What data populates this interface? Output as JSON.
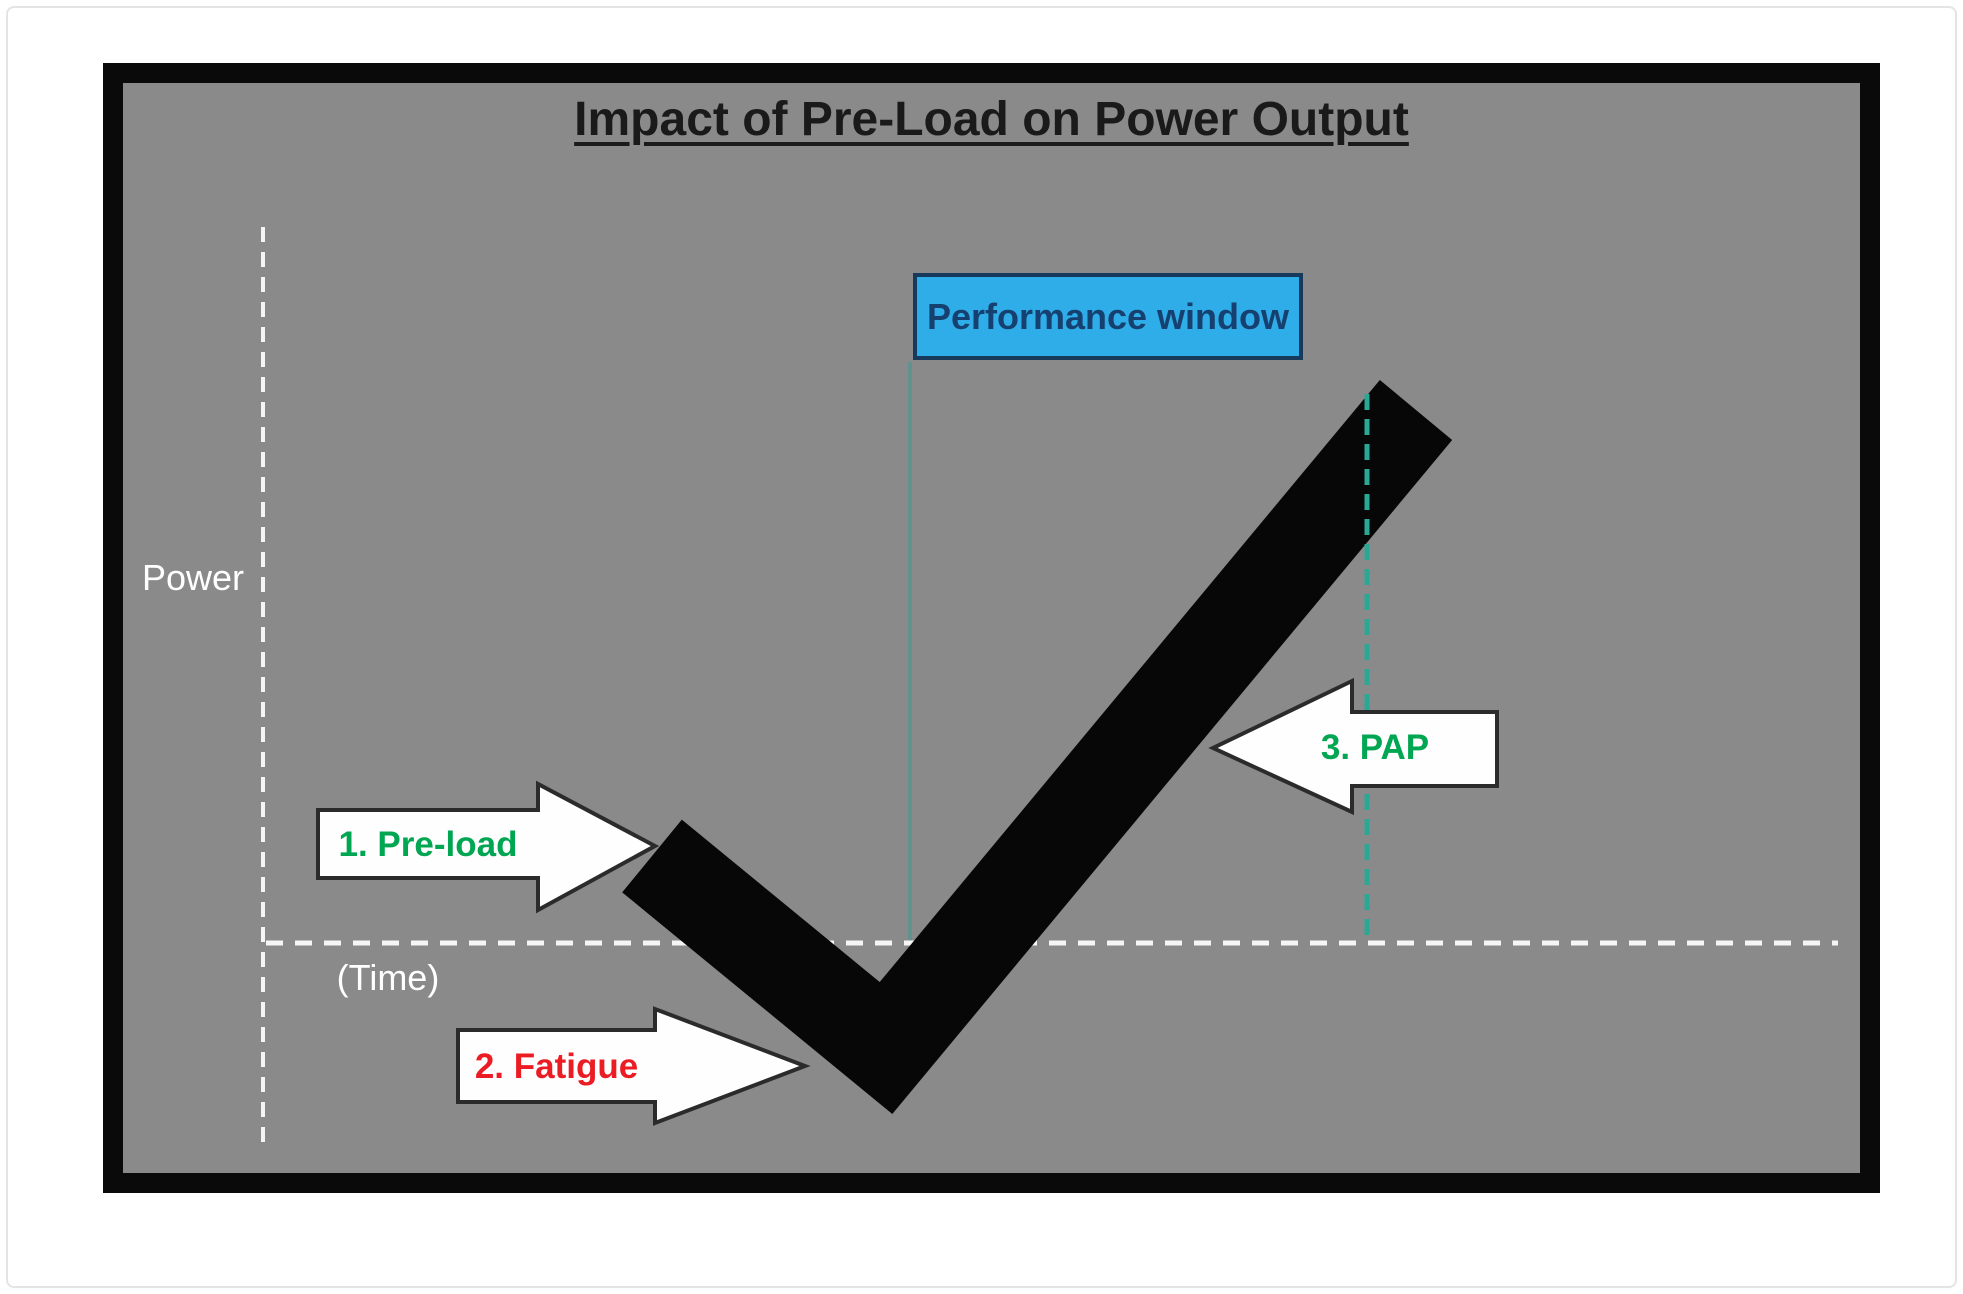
{
  "figure": {
    "title": "Impact of Pre-Load on Power Output",
    "axes": {
      "y_label": "Power",
      "x_label": "(Time)"
    },
    "performance_window": {
      "label": "Performance window"
    },
    "annotations": {
      "preload": {
        "label": "1. Pre-load",
        "color": "#00A651",
        "direction": "right"
      },
      "fatigue": {
        "label": "2. Fatigue",
        "color": "#EC1C24",
        "direction": "right"
      },
      "pap": {
        "label": "3. PAP",
        "color": "#00A651",
        "direction": "left"
      }
    },
    "colors": {
      "panel_background": "#8A8A8A",
      "frame_border": "#0A0A0A",
      "title_text": "#1A1A1A",
      "axis_dash_lines": "#F5F5F5",
      "axis_text": "#FFFFFF",
      "checkmark": "#070707",
      "window_fill": "#2FADE8",
      "window_border": "#16395C",
      "window_text": "#164070",
      "teal_guide_left": "#5E938E",
      "teal_guide_right": "#2AA895",
      "arrow_fill": "#FEFEFE",
      "arrow_outline": "#2B2B2B"
    }
  }
}
